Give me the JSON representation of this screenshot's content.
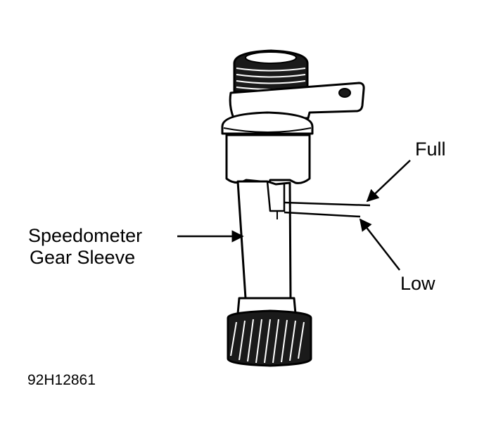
{
  "labels": {
    "full": "Full",
    "low": "Low",
    "sleeve_line1": "Speedometer",
    "sleeve_line2": "Gear Sleeve"
  },
  "figure_code": "92H12861",
  "colors": {
    "ink": "#000000",
    "paper": "#ffffff"
  }
}
